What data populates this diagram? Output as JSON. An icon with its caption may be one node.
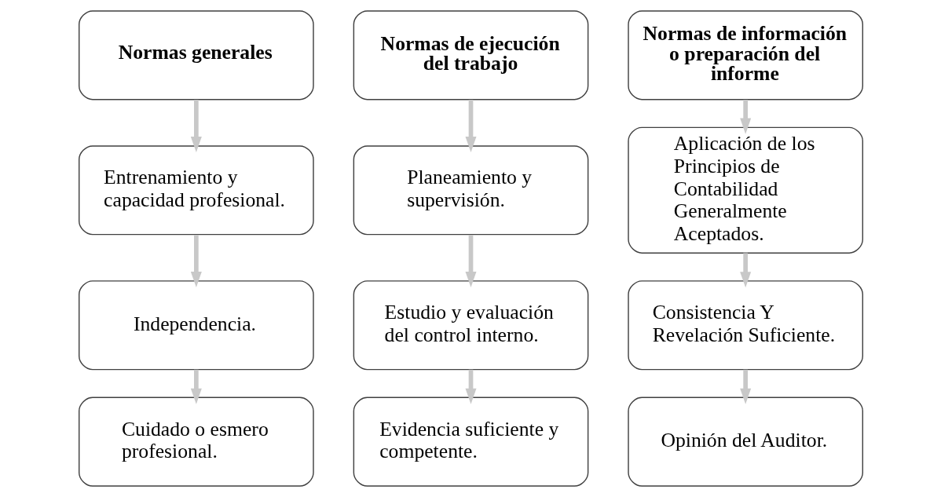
{
  "diagram": {
    "nodes": [
      {
        "text": [
          "Normas generales"
        ]
      },
      {
        "text": [
          "Entrenamiento y capacidad profesional."
        ]
      },
      {
        "text": [
          "Independencia."
        ]
      },
      {
        "text": [
          "Cuidado o esmero profesional."
        ]
      },
      {
        "text": [
          "Normas de ejecución del trabajo"
        ]
      },
      {
        "text": [
          "Planeamiento y supervisión."
        ]
      },
      {
        "text": [
          "Estudio y evaluación del control interno."
        ]
      },
      {
        "text": [
          "Evidencia suficiente y competente."
        ]
      },
      {
        "text": [
          "Normas de información o preparación del informe"
        ]
      },
      {
        "text": [
          "Aplicación de los Principios de Contabilidad Generalmente Aceptados."
        ]
      },
      {
        "text": [
          "Consistencia Y Revelación Suficiente."
        ]
      },
      {
        "text": [
          "Opinión del Auditor."
        ]
      }
    ],
    "edges": [
      {
        "from": 0,
        "to": 1,
        "arrow": "to"
      },
      {
        "from": 1,
        "to": 2,
        "arrow": "to"
      },
      {
        "from": 2,
        "to": 3,
        "arrow": "to"
      },
      {
        "from": 4,
        "to": 5,
        "arrow": "to"
      },
      {
        "from": 5,
        "to": 6,
        "arrow": "to"
      },
      {
        "from": 6,
        "to": 7,
        "arrow": "to"
      },
      {
        "from": 8,
        "to": 9,
        "arrow": "to"
      },
      {
        "from": 9,
        "to": 10,
        "arrow": "to"
      },
      {
        "from": 10,
        "to": 11,
        "arrow": "to"
      }
    ]
  }
}
